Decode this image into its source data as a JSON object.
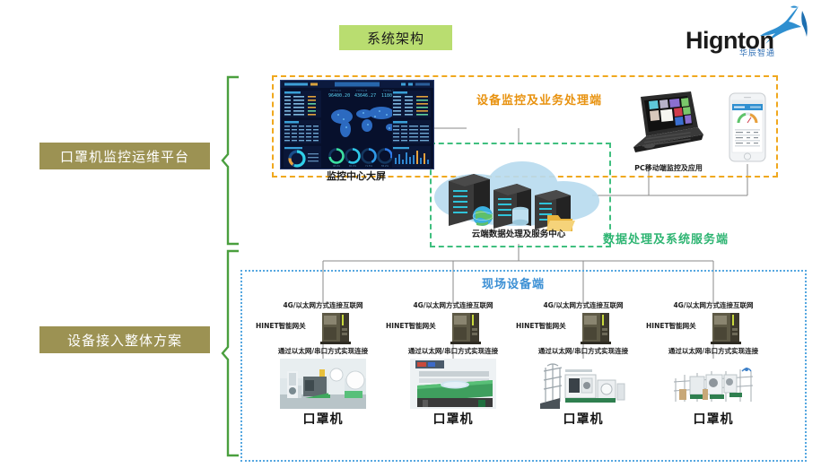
{
  "page": {
    "title": "系统架构"
  },
  "logo": {
    "word": "Hignton",
    "cn": "华辰智通",
    "icon": "deer-icon"
  },
  "side_labels": {
    "platform": "口罩机监控运维平台",
    "device": "设备接入整体方案"
  },
  "regions": {
    "orange": "设备监控及业务处理端",
    "green": "数据处理及系统服务端",
    "blue": "现场设备端"
  },
  "nodes": {
    "dashboard_caption": "监控中心大屏",
    "cloud_caption": "云端数据处理及服务中心",
    "pc_caption": "PC移动端监控及应用"
  },
  "columns": [
    {
      "net": "4G/以太网方式连接互联网",
      "gateway": "HINET智能网关",
      "link": "通过以太网/串口方式实现连接",
      "machine": "口罩机",
      "machine_img": "mask-line-cleanroom"
    },
    {
      "net": "4G/以太网方式连接互联网",
      "gateway": "HINET智能网关",
      "link": "通过以太网/串口方式实现连接",
      "machine": "口罩机",
      "machine_img": "mask-conveyor"
    },
    {
      "net": "4G/以太网方式连接互联网",
      "gateway": "HINET智能网关",
      "link": "通过以太网/串口方式实现连接",
      "machine": "口罩机",
      "machine_img": "mask-welder"
    },
    {
      "net": "4G/以太网方式连接互联网",
      "gateway": "HINET智能网关",
      "link": "通过以太网/串口方式实现连接",
      "machine": "口罩机",
      "machine_img": "mask-full-line"
    }
  ],
  "colors": {
    "title_chip_bg": "#b9dd70",
    "side_label_bg": "#9c9253",
    "orange": "#f0a81e",
    "green": "#3fbf7f",
    "blue": "#55a7e0",
    "brace": "#4a9f3e",
    "logo_blue": "#2f8fd0"
  }
}
